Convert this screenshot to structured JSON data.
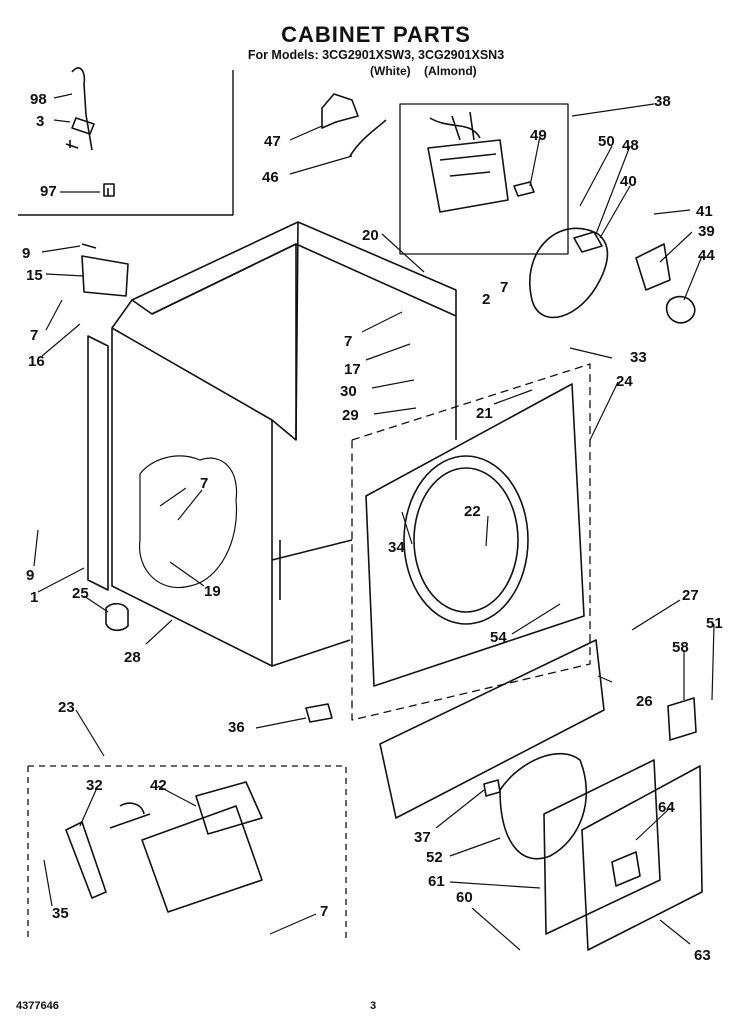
{
  "header": {
    "title": "CABINET PARTS",
    "models": "For Models: 3CG2901XSW3, 3CG2901XSN3",
    "colors": "(White)    (Almond)"
  },
  "footer": {
    "doc_number": "4377646",
    "page_number": "3"
  },
  "callouts": [
    "98",
    "3",
    "97",
    "47",
    "46",
    "38",
    "49",
    "50",
    "48",
    "40",
    "41",
    "39",
    "44",
    "9",
    "15",
    "7",
    "16",
    "20",
    "7",
    "2",
    "7",
    "17",
    "30",
    "29",
    "33",
    "21",
    "24",
    "7",
    "22",
    "34",
    "9",
    "19",
    "1",
    "25",
    "28",
    "27",
    "51",
    "54",
    "58",
    "26",
    "23",
    "36",
    "32",
    "42",
    "37",
    "52",
    "64",
    "61",
    "60",
    "35",
    "7",
    "63"
  ]
}
